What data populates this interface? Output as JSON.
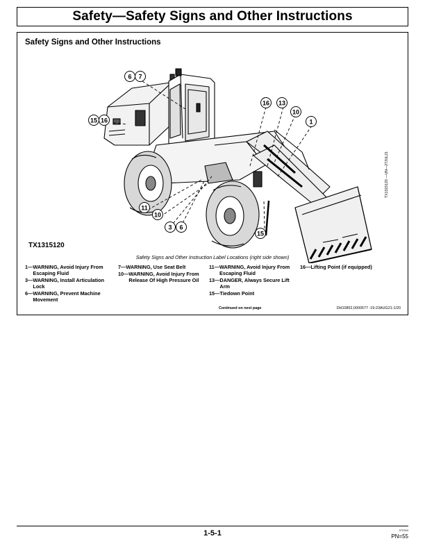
{
  "page_title": "Safety—Safety Signs and Other Instructions",
  "section_title": "Safety Signs and Other Instructions",
  "figure": {
    "id": "TX1315120",
    "side_code": "TX1315120 —UN—27JUL21",
    "caption": "Safety Signs and Other Instruction Label Locations (right side shown)",
    "callouts": [
      "6",
      "7",
      "15",
      "16",
      "16",
      "13",
      "10",
      "1",
      "11",
      "10",
      "3",
      "6",
      "15"
    ]
  },
  "legend": [
    [
      {
        "num": "1—",
        "text": "WARNING, Avoid Injury From Escaping Fluid"
      },
      {
        "num": "3—",
        "text": "WARNING, Install Articulation Lock"
      },
      {
        "num": "6—",
        "text": "WARNING, Prevent Machine Movement"
      }
    ],
    [
      {
        "num": "7—",
        "text": "WARNING, Use Seat Belt"
      },
      {
        "num": "10—",
        "text": "WARNING, Avoid Injury From Release Of High Pressure Oil"
      }
    ],
    [
      {
        "num": "11—",
        "text": "WARNING, Avoid Injury From Escaping Fluid"
      },
      {
        "num": "13—",
        "text": "DANGER, Always Secure Lift Arm"
      },
      {
        "num": "15—",
        "text": "Tiedown Point"
      }
    ],
    [
      {
        "num": "16—",
        "text": "Lifting Point (if equipped)"
      }
    ]
  ],
  "continued": "Continued on next page",
  "doc_code": "DH10852,0000577 -19-23AUG21-1/20",
  "page_number": "1-5-1",
  "small_code": "072324",
  "pn": "PN=55"
}
